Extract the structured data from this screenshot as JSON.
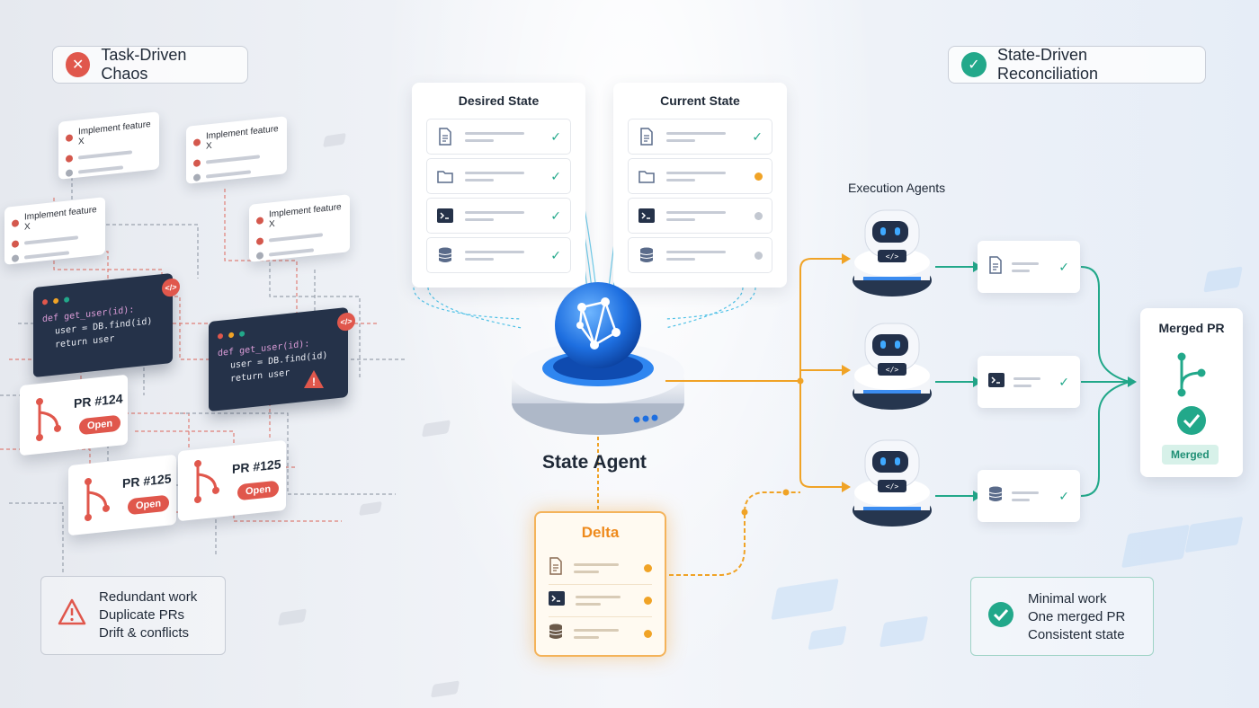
{
  "left": {
    "heading": "Task-Driven Chaos",
    "task_cards": [
      "Implement feature X",
      "Implement feature X",
      "Implement feature X",
      "Implement feature X"
    ],
    "code_lines": [
      "def get_user(id):",
      "user = DB.find(id)",
      "return user"
    ],
    "code_tag": "</>",
    "pr_cards": [
      {
        "title": "PR #124",
        "status": "Open"
      },
      {
        "title": "PR #125",
        "status": "Open"
      },
      {
        "title": "PR #125",
        "status": "Open"
      }
    ],
    "problems": [
      "Redundant work",
      "Duplicate PRs",
      "Drift & conflicts"
    ]
  },
  "desired_state": {
    "title": "Desired State",
    "rows": [
      {
        "icon": "document-icon",
        "status": "check"
      },
      {
        "icon": "folder-icon",
        "status": "check"
      },
      {
        "icon": "terminal-icon",
        "status": "check"
      },
      {
        "icon": "database-icon",
        "status": "check"
      }
    ]
  },
  "current_state": {
    "title": "Current State",
    "rows": [
      {
        "icon": "document-icon",
        "status": "check"
      },
      {
        "icon": "folder-icon",
        "status": "pending"
      },
      {
        "icon": "terminal-icon",
        "status": "unknown"
      },
      {
        "icon": "database-icon",
        "status": "unknown"
      }
    ]
  },
  "agent": {
    "label": "State Agent"
  },
  "delta": {
    "title": "Delta",
    "rows": [
      "document-icon",
      "terminal-icon",
      "database-icon"
    ]
  },
  "right": {
    "heading": "State-Driven Reconciliation",
    "exec_label": "Execution Agents",
    "results": [
      "document-icon",
      "terminal-icon",
      "database-icon"
    ],
    "merged_title": "Merged PR",
    "merged_badge": "Merged",
    "benefits": [
      "Minimal work",
      "One merged PR",
      "Consistent state"
    ]
  },
  "colors": {
    "bad": "#e0574c",
    "good": "#22a88a",
    "delta": "#f0a326",
    "agent": "#1e6fe0",
    "flow": "#22a88a"
  }
}
